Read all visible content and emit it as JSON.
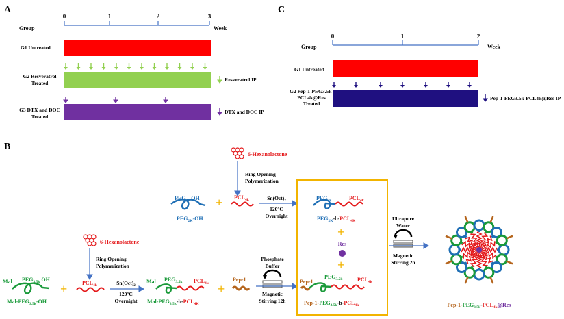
{
  "panelA": {
    "label": "A",
    "group_header": "Group",
    "week_label": "Week",
    "ticks": [
      "0",
      "1",
      "2",
      "3"
    ],
    "rows": [
      {
        "name": "G1 Untreated",
        "color": "#ff0000"
      },
      {
        "name_line1": "G2 Resveratrol",
        "name_line2": "Treated",
        "color": "#92d050",
        "legend": "Resveratrol IP",
        "arrow_color": "#92d050"
      },
      {
        "name_line1": "G3 DTX and DOC",
        "name_line2": "Treated",
        "color": "#7030a0",
        "legend": "DTX and DOC IP",
        "arrow_color": "#7030a0"
      }
    ]
  },
  "panelC": {
    "label": "C",
    "group_header": "Group",
    "week_label": "Week",
    "ticks": [
      "0",
      "1",
      "2"
    ],
    "rows": [
      {
        "name": "G1 Untreated",
        "color": "#ff0000"
      },
      {
        "name_line1": "G2 Pep-1-PEG3.5k-",
        "name_line2": "PCL4k@Res",
        "name_line3": "Treated",
        "color": "#1f1080",
        "legend": "Pep-1-PEG3.5k-PCL4k@Res IP",
        "arrow_color": "#1f1080"
      }
    ]
  },
  "panelB": {
    "label": "B",
    "monomer_top": "6-Hexanolactone",
    "monomer_bottom": "6-Hexanolactone",
    "rop_line1": "Ring Opening",
    "rop_line2": "Polymerization",
    "catalyst": "Sn(Oct)2",
    "temp": "120°C",
    "time": "Overnight",
    "peg2k_oh": "PEG2K-OH",
    "pcl4k": "PCL4k",
    "mal_peg": "Mal-PEG3.5k-OH",
    "peg_pcl": "PEG2K-b-PCL4K",
    "mal_peg_pcl": "Mal-PEG3.5k-b-PCL4K",
    "pep1": "Pep-1",
    "phosphate_line1": "Phosphate",
    "phosphate_line2": "Buffer",
    "mag12_line1": "Magnetic",
    "mag12_line2": "Stirring 12h",
    "res": "Res",
    "pep_peg_pcl": "Pep-1-PEG3.5k-b-PCL4k",
    "ultrapure_line1": "Ultrapure",
    "ultrapure_line2": "Water",
    "mag2_line1": "Magnetic",
    "mag2_line2": "Stirring 2h",
    "final": "Pep-1-PEG3.5k-PCL4k@Res",
    "colors": {
      "peg": "#1f6fb5",
      "pcl": "#e41a1c",
      "mal_peg": "#1a9a3a",
      "pep": "#b5651d",
      "res": "#7030a0",
      "frame": "#f2b400"
    }
  }
}
